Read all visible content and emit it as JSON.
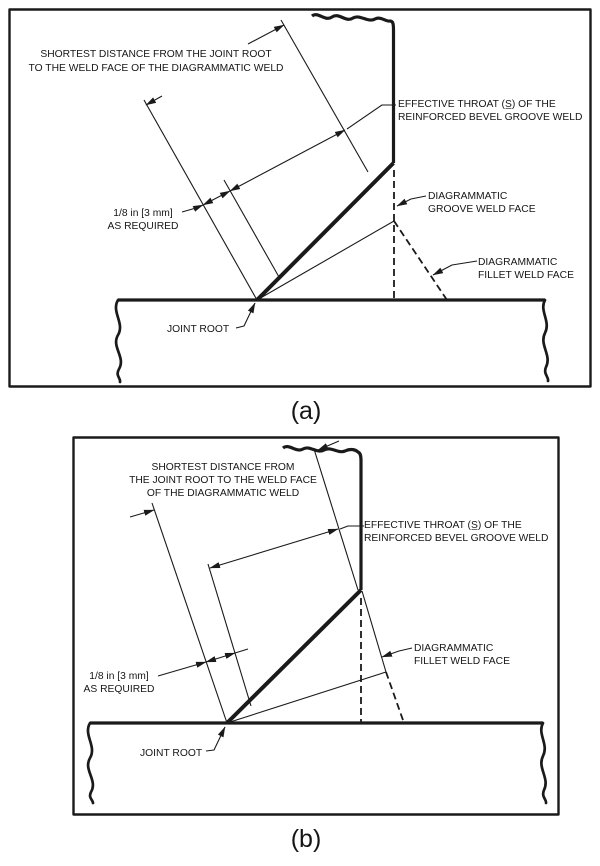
{
  "figure": {
    "caption_a": "(a)",
    "caption_b": "(b)",
    "ink_color": "#1a1a1a",
    "background_color": "#ffffff"
  },
  "panel_a": {
    "title_line1": "SHORTEST DISTANCE FROM THE JOINT ROOT",
    "title_line2": "TO THE WELD FACE OF THE DIAGRAMMATIC WELD",
    "labels": {
      "effective_throat_1": "EFFECTIVE THROAT (S̲) OF THE",
      "effective_throat_2": "REINFORCED BEVEL GROOVE WELD",
      "groove_face_1": "DIAGRAMMATIC",
      "groove_face_2": "GROOVE WELD FACE",
      "fillet_face_1": "DIAGRAMMATIC",
      "fillet_face_2": "FILLET WELD FACE",
      "gap_1": "1/8 in [3 mm]",
      "gap_2": "AS REQUIRED",
      "joint_root": "JOINT ROOT"
    }
  },
  "panel_b": {
    "title_line1": "SHORTEST DISTANCE FROM",
    "title_line2": "THE JOINT ROOT TO THE WELD FACE",
    "title_line3": "OF THE DIAGRAMMATIC WELD",
    "labels": {
      "effective_throat_1": "EFFECTIVE THROAT (S̲) OF THE",
      "effective_throat_2": "REINFORCED BEVEL GROOVE WELD",
      "fillet_face_1": "DIAGRAMMATIC",
      "fillet_face_2": "FILLET WELD FACE",
      "gap_1": "1/8 in [3 mm]",
      "gap_2": "AS REQUIRED",
      "joint_root": "JOINT ROOT"
    }
  }
}
